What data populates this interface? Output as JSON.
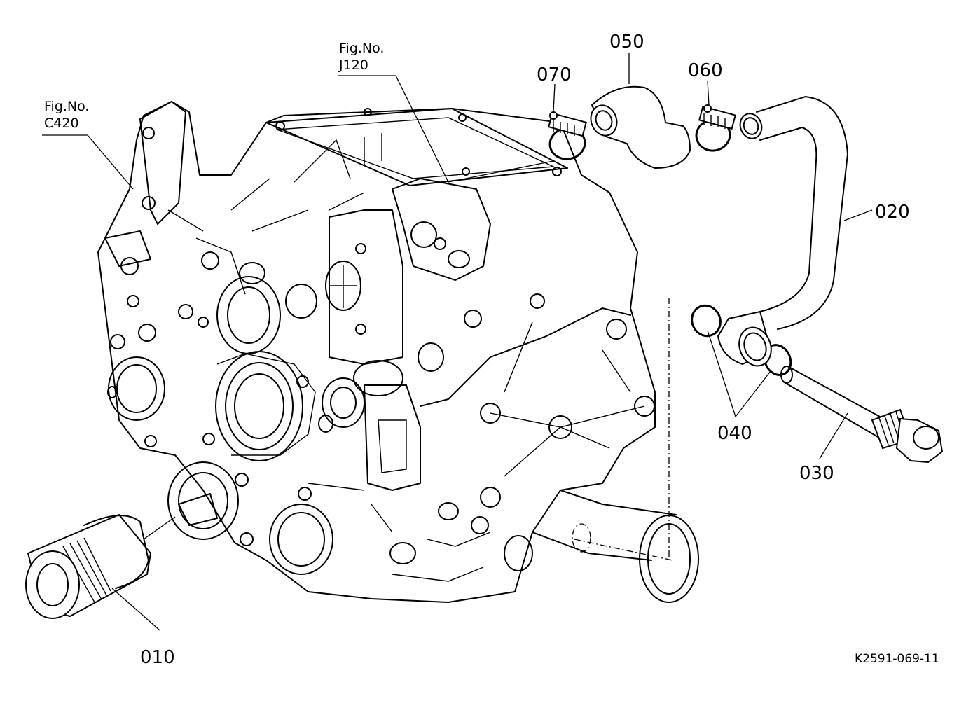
{
  "diagram": {
    "parts": [
      {
        "id": "part-010",
        "label": "010"
      },
      {
        "id": "part-020",
        "label": "020"
      },
      {
        "id": "part-030",
        "label": "030"
      },
      {
        "id": "part-040",
        "label": "040"
      },
      {
        "id": "part-050",
        "label": "050"
      },
      {
        "id": "part-060",
        "label": "060"
      },
      {
        "id": "part-070",
        "label": "070"
      }
    ],
    "fig_refs": [
      {
        "line1": "Fig.No.",
        "line2": "C420"
      },
      {
        "line1": "Fig.No.",
        "line2": "J120"
      }
    ],
    "drawing_code": "K2591-069-11"
  }
}
